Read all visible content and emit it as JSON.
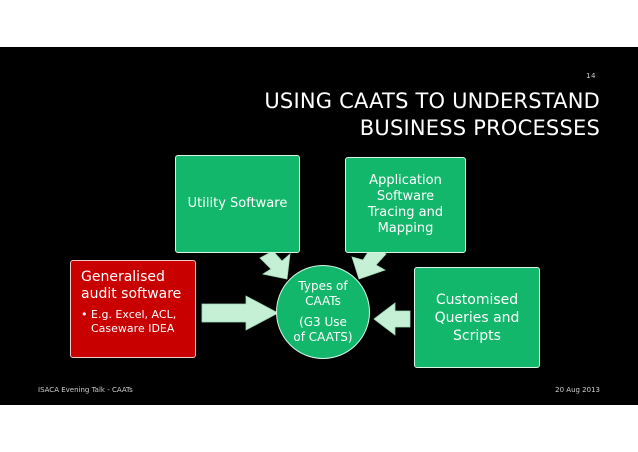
{
  "slide": {
    "number": "14",
    "title_lines": [
      "USING CAATS TO UNDERSTAND",
      "BUSINESS PROCESSES"
    ],
    "footer_left": "ISACA Evening Talk - CAATs",
    "footer_right": "20 Aug 2013"
  },
  "diagram": {
    "center": {
      "lines": [
        "Types of",
        "CAATs"
      ],
      "sub_lines": [
        "(G3 Use",
        "of CAATS)"
      ]
    },
    "nodes": {
      "utility": {
        "label": "Utility Software"
      },
      "application": {
        "lines": [
          "Application",
          "Software",
          "Tracing and",
          "Mapping"
        ]
      },
      "customised": {
        "lines": [
          "Customised",
          "Queries and",
          "Scripts"
        ]
      },
      "generalised": {
        "heading_lines": [
          "Generalised",
          "audit software"
        ],
        "bullet_marker": "•",
        "bullet_lines": [
          "E.g. Excel, ACL,",
          "Caseware IDEA"
        ]
      }
    },
    "colors": {
      "green": "#12b76b",
      "red": "#c90000",
      "arrow": "#c6f0d6",
      "background": "#000000"
    }
  }
}
